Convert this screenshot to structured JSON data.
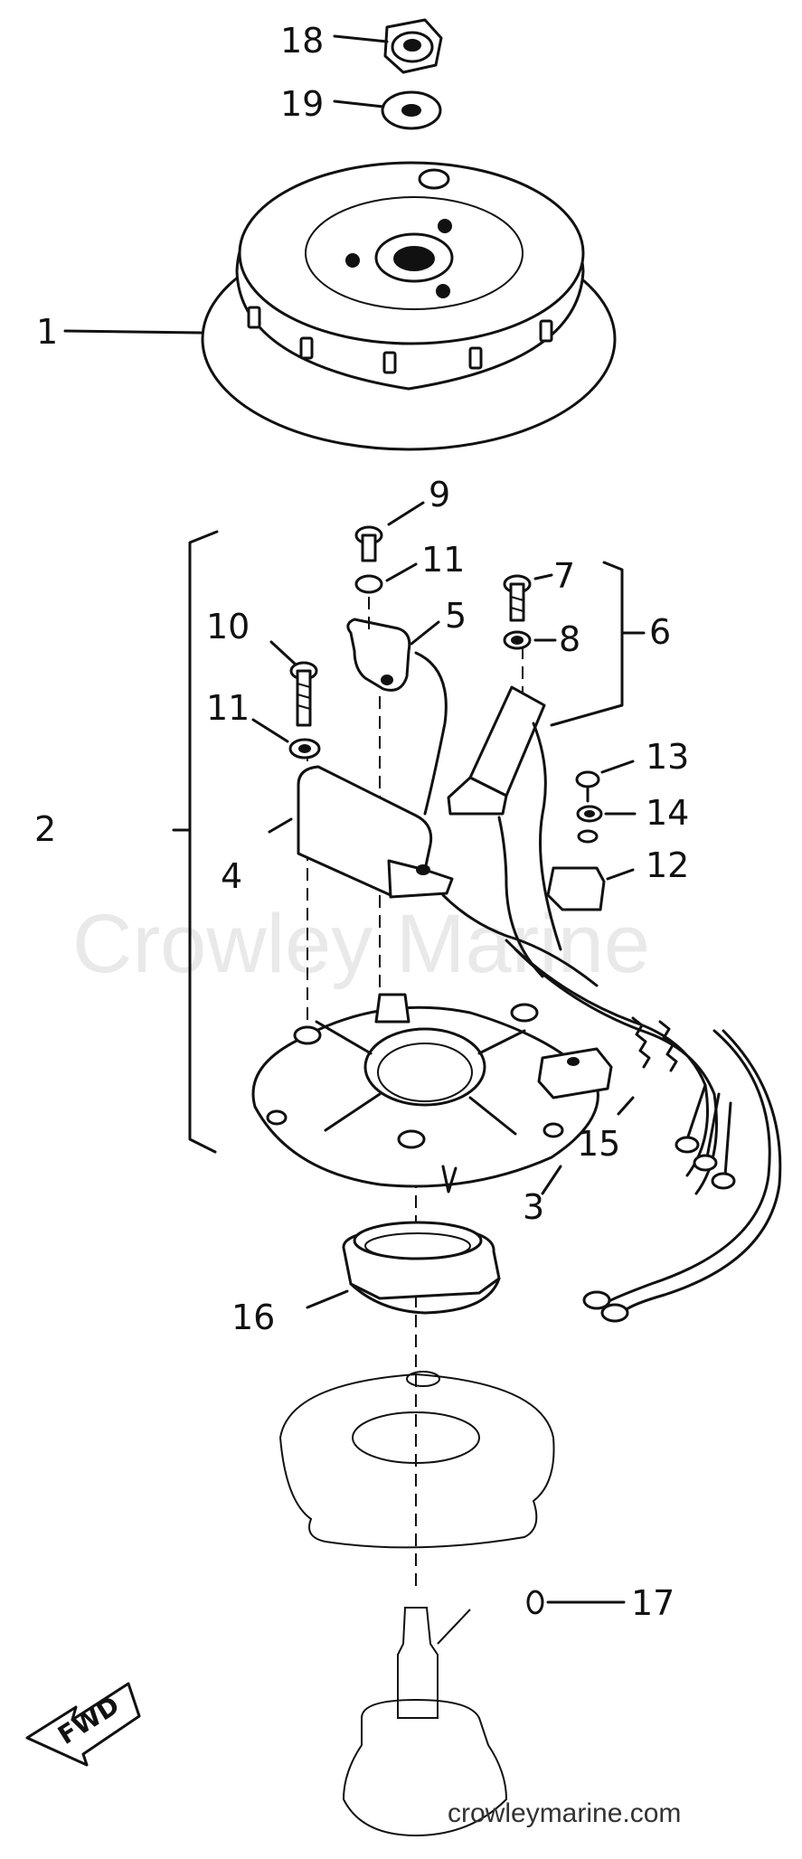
{
  "watermark": "Crowley Marine",
  "footer_site": "crowleymarine.com",
  "fwd_label": "FWD",
  "callouts": {
    "c1": "1",
    "c2": "2",
    "c3": "3",
    "c4": "4",
    "c5": "5",
    "c6": "6",
    "c7": "7",
    "c8": "8",
    "c9": "9",
    "c10": "10",
    "c11a": "11",
    "c11b": "11",
    "c12": "12",
    "c13": "13",
    "c14": "14",
    "c15": "15",
    "c16": "16",
    "c17": "17",
    "c18": "18",
    "c19": "19"
  }
}
